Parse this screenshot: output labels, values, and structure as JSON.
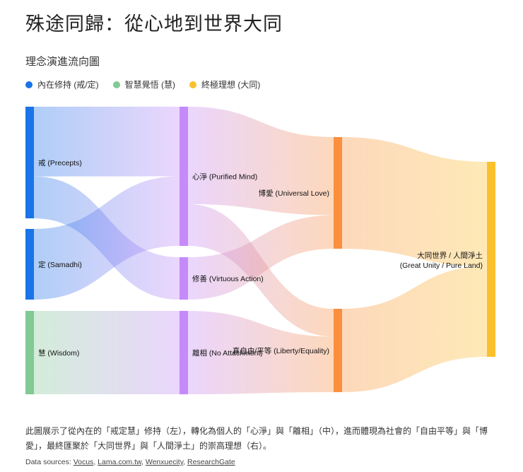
{
  "title": "殊途同歸：從心地到世界大同",
  "subtitle": "理念演進流向圖",
  "legend": [
    {
      "label": "內在修持 (戒/定)",
      "color": "#1a73e8"
    },
    {
      "label": "智慧覺悟 (慧)",
      "color": "#81c995"
    },
    {
      "label": "終極理想 (大同)",
      "color": "#fbc02d"
    }
  ],
  "caption": "此圖展示了從內在的「戒定慧」修持（左），轉化為個人的「心淨」與「離相」（中），進而體現為社會的「自由平等」與「博愛」，最終匯聚於「大同世界」與「人間淨土」的崇高理想（右）。",
  "sources": {
    "prefix": "Data sources: ",
    "links": [
      "Vocus",
      "Lama.com.tw",
      "Wenxuecity",
      "ResearchGate"
    ]
  },
  "chart_data": {
    "type": "sankey",
    "nodes": [
      {
        "id": "precepts",
        "label": "戒 (Precepts)",
        "color": "#1a73e8"
      },
      {
        "id": "samadhi",
        "label": "定 (Samadhi)",
        "color": "#1a73e8"
      },
      {
        "id": "wisdom",
        "label": "慧 (Wisdom)",
        "color": "#81c995"
      },
      {
        "id": "purified_mind",
        "label": "心淨 (Purified Mind)",
        "color": "#c58af9"
      },
      {
        "id": "virtuous_action",
        "label": "修善 (Virtuous Action)",
        "color": "#c58af9"
      },
      {
        "id": "no_attachment",
        "label": "離相 (No Attachment)",
        "color": "#c58af9"
      },
      {
        "id": "universal_love",
        "label": "博愛 (Universal Love)",
        "color": "#fa903e"
      },
      {
        "id": "liberty_equality",
        "label": "真自由/平等 (Liberty/Equality)",
        "color": "#fa903e"
      },
      {
        "id": "great_unity",
        "label": "大同世界 / 人間淨土",
        "label2": "(Great Unity / Pure Land)",
        "color": "#fbc02d"
      }
    ],
    "links": [
      {
        "source": "precepts",
        "target": "purified_mind",
        "value": 10
      },
      {
        "source": "precepts",
        "target": "virtuous_action",
        "value": 6
      },
      {
        "source": "samadhi",
        "target": "purified_mind",
        "value": 10
      },
      {
        "source": "wisdom",
        "target": "no_attachment",
        "value": 12
      },
      {
        "source": "purified_mind",
        "target": "universal_love",
        "value": 14
      },
      {
        "source": "purified_mind",
        "target": "liberty_equality",
        "value": 6
      },
      {
        "source": "virtuous_action",
        "target": "universal_love",
        "value": 6
      },
      {
        "source": "no_attachment",
        "target": "liberty_equality",
        "value": 12
      },
      {
        "source": "universal_love",
        "target": "great_unity",
        "value": 15
      },
      {
        "source": "liberty_equality",
        "target": "great_unity",
        "value": 13
      }
    ]
  }
}
